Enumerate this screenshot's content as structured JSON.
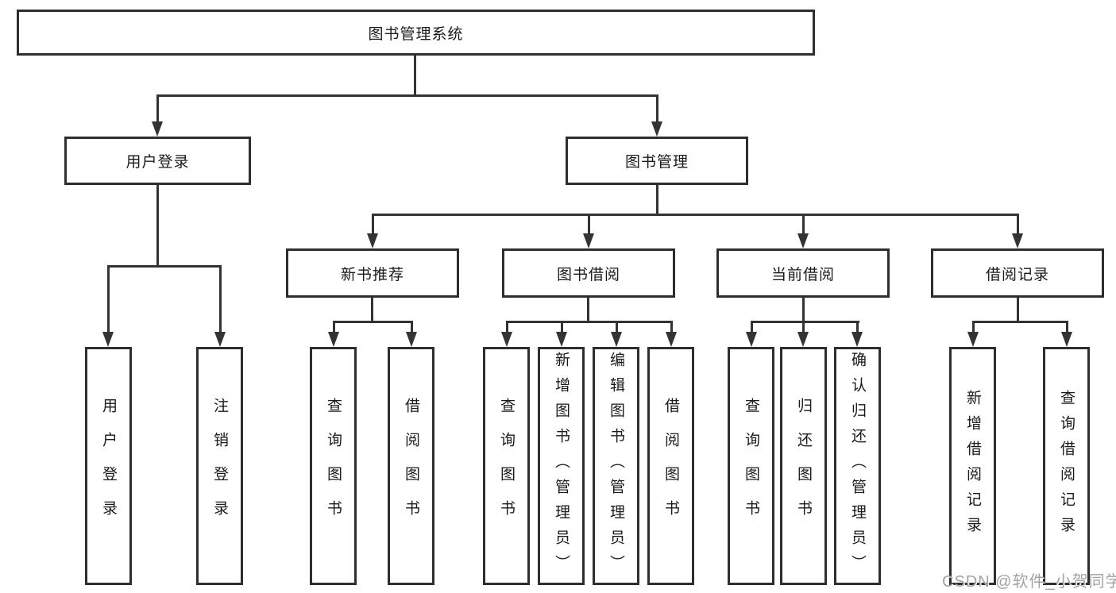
{
  "diagram_type": "functional-structure-tree",
  "style": {
    "line_color": "#333333",
    "border_color": "#2e2e2e",
    "text_color": "#1a1a1a",
    "watermark_color": "#a3a3a3",
    "background": "#ffffff"
  },
  "tree": {
    "root": "图书管理系统",
    "children": [
      {
        "label": "用户登录",
        "children": [
          "用户登录",
          "注销登录"
        ]
      },
      {
        "label": "图书管理",
        "children": [
          {
            "label": "新书推荐",
            "children": [
              "查询图书",
              "借阅图书"
            ]
          },
          {
            "label": "图书借阅",
            "children": [
              "查询图书",
              "新增图书（管理员）",
              "编辑图书（管理员）",
              "借阅图书"
            ]
          },
          {
            "label": "当前借阅",
            "children": [
              "查询图书",
              "归还图书",
              "确认归还（管理员）"
            ]
          },
          {
            "label": "借阅记录",
            "children": [
              "新增借阅记录",
              "查询借阅记录"
            ]
          }
        ]
      }
    ]
  },
  "watermark": "CSDN @软件_小贺同学"
}
